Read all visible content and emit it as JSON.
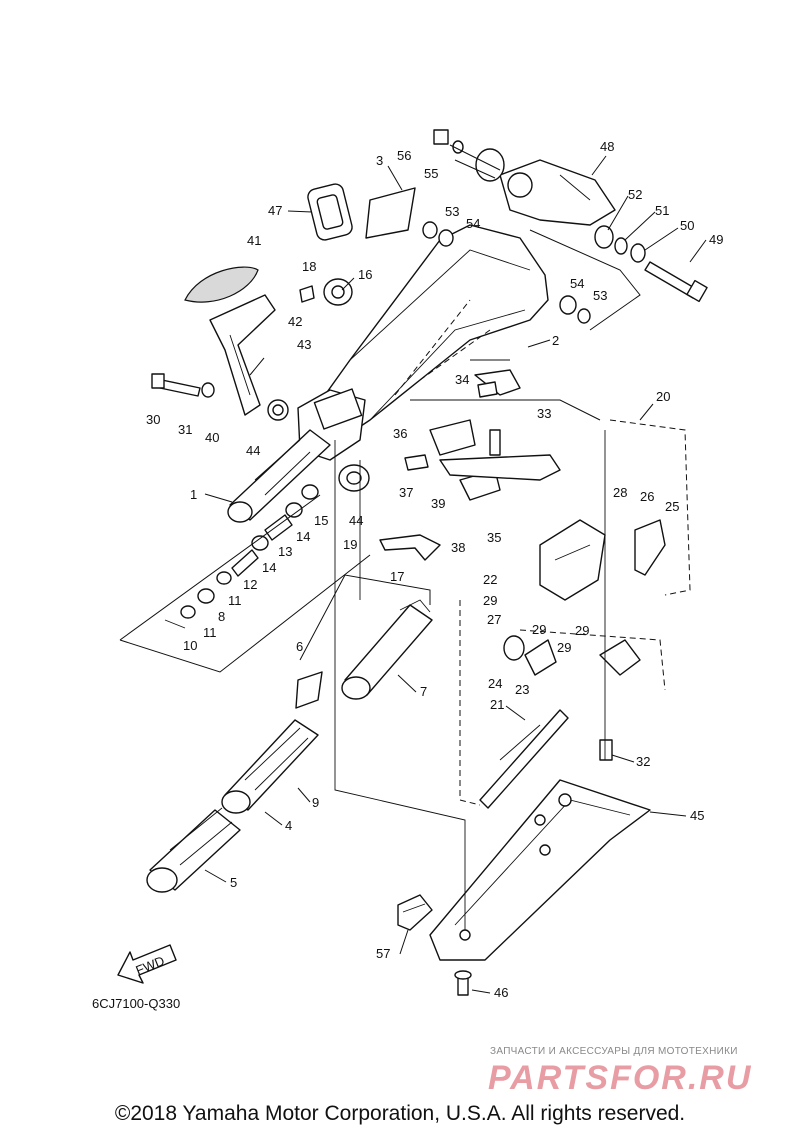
{
  "diagram": {
    "code": "6CJ7100-Q330",
    "fwd_label": "FWD",
    "copyright": "©2018 Yamaha Motor Corporation, U.S.A. All rights reserved.",
    "watermark": {
      "caption": "ЗАПЧАСТИ И АКСЕССУАРЫ ДЛЯ МОТОТЕХНИКИ",
      "logo": "PARTSFOR.RU"
    },
    "part_numbers": [
      "1",
      "2",
      "3",
      "4",
      "5",
      "6",
      "7",
      "8",
      "9",
      "10",
      "11",
      "11",
      "12",
      "13",
      "14",
      "14",
      "15",
      "16",
      "17",
      "18",
      "19",
      "20",
      "21",
      "22",
      "23",
      "24",
      "25",
      "26",
      "27",
      "28",
      "29",
      "29",
      "29",
      "29",
      "30",
      "31",
      "32",
      "33",
      "34",
      "35",
      "36",
      "37",
      "38",
      "39",
      "40",
      "41",
      "42",
      "43",
      "44",
      "44",
      "45",
      "46",
      "47",
      "48",
      "49",
      "50",
      "51",
      "52",
      "53",
      "53",
      "54",
      "54",
      "55",
      "56",
      "57"
    ]
  }
}
